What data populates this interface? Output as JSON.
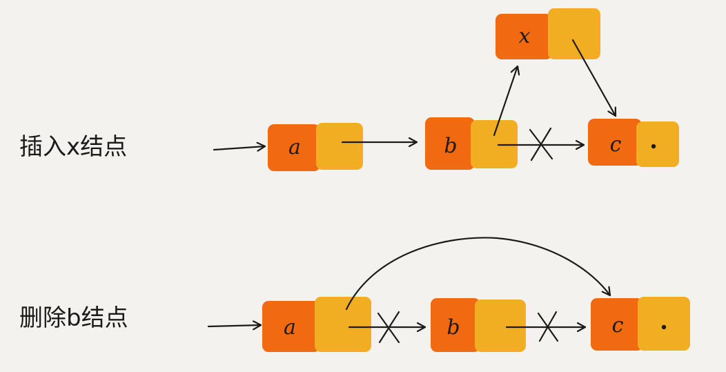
{
  "insert_section": {
    "caption": "插入x结点",
    "nodes": [
      {
        "label": "a",
        "has_null": false
      },
      {
        "label": "b",
        "has_null": false
      },
      {
        "label": "c",
        "has_null": true
      },
      {
        "label": "x",
        "has_null": false
      }
    ]
  },
  "delete_section": {
    "caption": "删除b结点",
    "nodes": [
      {
        "label": "a",
        "has_null": false
      },
      {
        "label": "b",
        "has_null": false
      },
      {
        "label": "c",
        "has_null": true
      }
    ]
  },
  "colors": {
    "background": "#f4f2ee",
    "node_data": "#f26a10",
    "node_next": "#f2ae22",
    "ink": "#1a1a1a"
  }
}
